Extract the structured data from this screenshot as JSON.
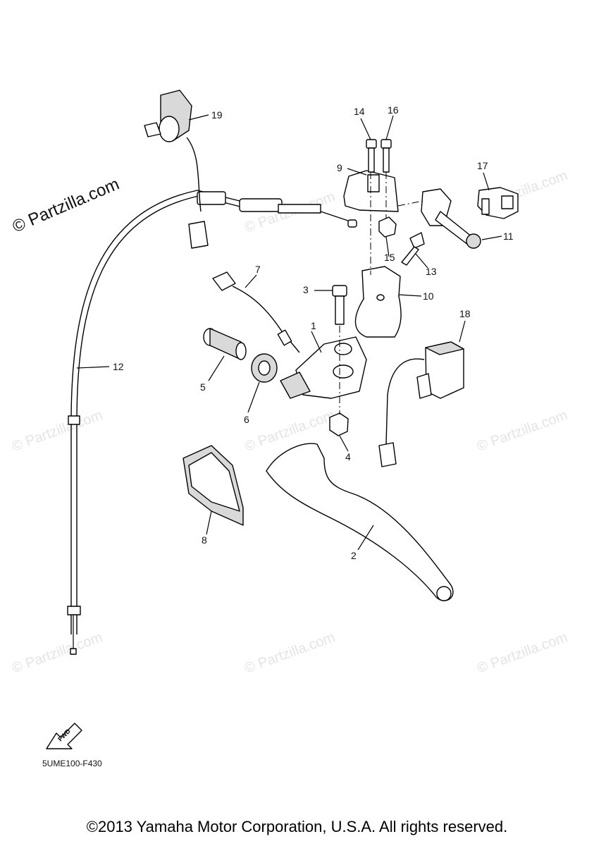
{
  "diagram": {
    "callouts": [
      {
        "id": "1",
        "text": "1"
      },
      {
        "id": "2",
        "text": "2"
      },
      {
        "id": "3",
        "text": "3"
      },
      {
        "id": "4",
        "text": "4"
      },
      {
        "id": "5",
        "text": "5"
      },
      {
        "id": "6",
        "text": "6"
      },
      {
        "id": "7",
        "text": "7"
      },
      {
        "id": "8",
        "text": "8"
      },
      {
        "id": "9",
        "text": "9"
      },
      {
        "id": "10",
        "text": "10"
      },
      {
        "id": "11",
        "text": "11"
      },
      {
        "id": "12",
        "text": "12"
      },
      {
        "id": "13",
        "text": "13"
      },
      {
        "id": "14",
        "text": "14"
      },
      {
        "id": "15",
        "text": "15"
      },
      {
        "id": "16",
        "text": "16"
      },
      {
        "id": "17",
        "text": "17"
      },
      {
        "id": "18",
        "text": "18"
      },
      {
        "id": "19",
        "text": "19"
      }
    ],
    "fwd_label": "FWD",
    "diagram_code": "5UME100-F430",
    "watermark": "© Partzilla.com",
    "watermark_main": "© Partzilla.com",
    "copyright": "©2013 Yamaha Motor Corporation, U.S.A. All rights reserved."
  }
}
